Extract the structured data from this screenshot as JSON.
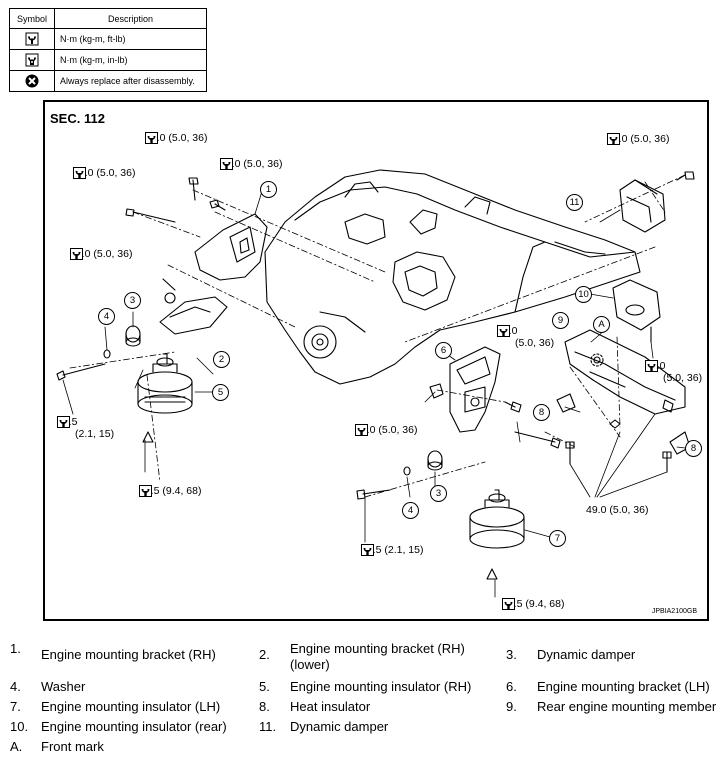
{
  "legend": {
    "header_symbol": "Symbol",
    "header_description": "Description",
    "rows": [
      {
        "icon": "torque-wrench-icon",
        "text": "N·m (kg-m, ft-lb)"
      },
      {
        "icon": "torque-wrench-inlb-icon",
        "text": "N·m (kg-m, in-lb)"
      },
      {
        "icon": "replace-always-icon",
        "text": "Always replace after disassembly."
      }
    ]
  },
  "diagram": {
    "section": "SEC. 112",
    "code": "JPBIA2100GB",
    "torques": {
      "t1": "49.0 (5.0, 36)",
      "t2": "49.0 (5.0, 36)",
      "t3": "49.0 (5.0, 36)",
      "t4": "49.0 (5.0, 36)",
      "t5": "49.0 (5.0, 36)",
      "t6a": "49.0",
      "t6b": "(5.0, 36)",
      "t7a": "49.0",
      "t7b": "(5.0, 36)",
      "t8": "49.0 (5.0, 36)",
      "t9a": "20.5",
      "t9b": "(2.1, 15)",
      "t10": "92.5 (9.4, 68)",
      "t11": "20.5 (2.1, 15)",
      "t12": "92.5 (9.4, 68)",
      "t13": "49.0 (5.0, 36)"
    },
    "callouts": {
      "c1": "1",
      "c2": "2",
      "c3a": "3",
      "c3b": "3",
      "c4a": "4",
      "c4b": "4",
      "c5": "5",
      "c6": "6",
      "c7": "7",
      "c8a": "8",
      "c8b": "8",
      "c9": "9",
      "c10": "10",
      "c11": "11",
      "cA": "A"
    }
  },
  "parts": [
    [
      {
        "n": "1.",
        "t": "Engine mounting bracket (RH)"
      },
      {
        "n": "2.",
        "t": "Engine mounting bracket (RH) (lower)"
      },
      {
        "n": "3.",
        "t": "Dynamic damper"
      }
    ],
    [
      {
        "n": "4.",
        "t": "Washer"
      },
      {
        "n": "5.",
        "t": "Engine mounting insulator (RH)"
      },
      {
        "n": "6.",
        "t": "Engine mounting bracket (LH)"
      }
    ],
    [
      {
        "n": "7.",
        "t": "Engine mounting insulator (LH)"
      },
      {
        "n": "8.",
        "t": "Heat insulator"
      },
      {
        "n": "9.",
        "t": "Rear engine mounting member"
      }
    ],
    [
      {
        "n": "10.",
        "t": "Engine mounting insulator (rear)"
      },
      {
        "n": "11.",
        "t": "Dynamic damper"
      }
    ],
    [
      {
        "n": "A.",
        "t": "Front mark"
      }
    ]
  ]
}
